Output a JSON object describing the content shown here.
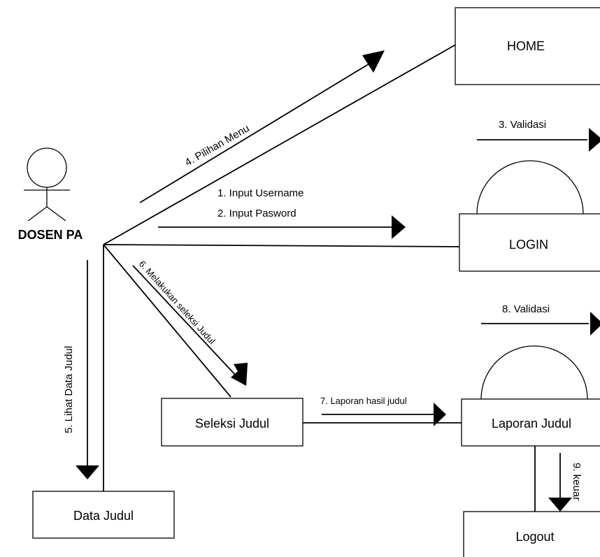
{
  "actor": {
    "name": "DOSEN PA"
  },
  "objects": {
    "home": "HOME",
    "login": "LOGIN",
    "seleksi": "Seleksi Judul",
    "laporan": "Laporan Judul",
    "data_judul": "Data Judul",
    "logout": "Logout"
  },
  "messages": {
    "m1": "1. Input Username",
    "m2": "2. Input Pasword",
    "m3": "3. Validasi",
    "m4": "4. Pilihan Menu",
    "m5": "5. Lihat Data Judul",
    "m6": "6. Melakukan seleksi Judul",
    "m7": "7. Laporan hasil judul",
    "m8": "8. Validasi",
    "m9": "9. keuar"
  }
}
